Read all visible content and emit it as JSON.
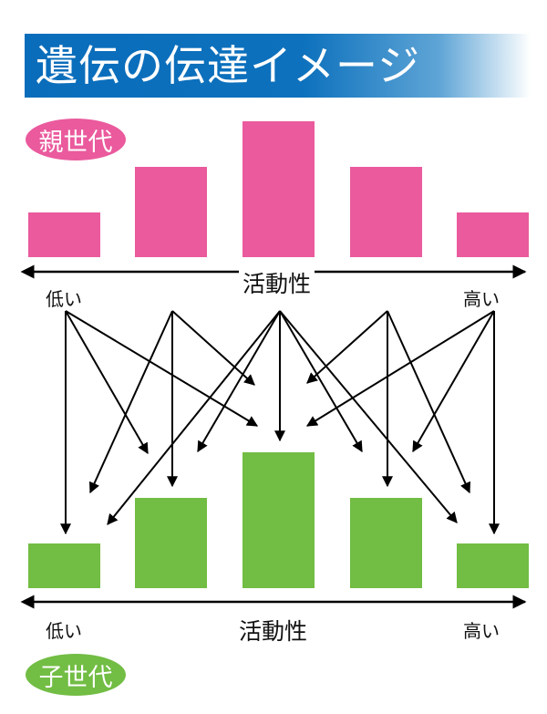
{
  "title": "遺伝の伝達イメージ",
  "parent_generation": {
    "label": "親世代",
    "relative_values": [
      1,
      2,
      3,
      2,
      1
    ],
    "color": "#ea5a9d"
  },
  "child_generation": {
    "label": "子世代",
    "relative_values": [
      1,
      2,
      3,
      2,
      1
    ],
    "color": "#72bd44"
  },
  "axis": {
    "label": "活動性",
    "low_label": "低い",
    "high_label": "高い"
  },
  "title_color": "#0a6dbb"
}
